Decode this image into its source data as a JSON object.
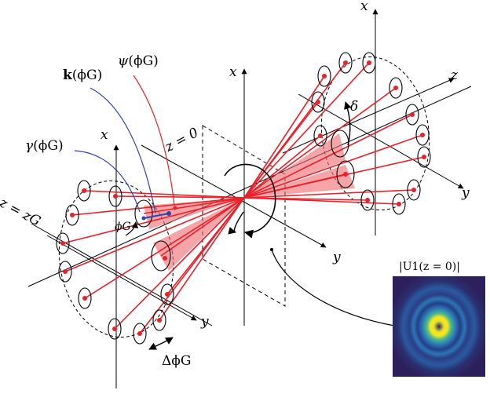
{
  "labels": {
    "k": "k",
    "psi": "ψ",
    "gamma": "γ",
    "phiG_arg": "(ϕG)",
    "x": "x",
    "y": "y",
    "z": "z",
    "z_eq_0": "z = 0",
    "z_eq_zG": "z = zG",
    "phiG": "ϕG",
    "delta": "δ",
    "delta_phiG": "ΔϕG",
    "inset_title": "|U1(z = 0)|"
  },
  "colors": {
    "beam": "#e8202a",
    "beam_fill": "#f06a6e",
    "axis": "#000000",
    "k_vector": "#3040b0",
    "inset_bg": "#27205a",
    "inset_ring": "#f5e41c"
  }
}
